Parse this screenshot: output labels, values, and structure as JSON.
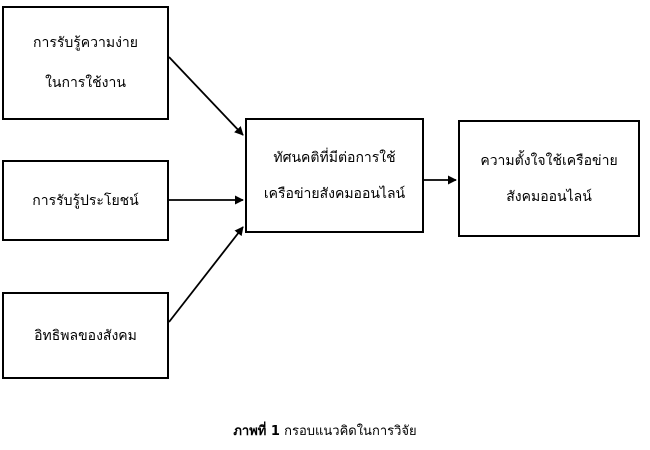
{
  "nodes": {
    "ease_of_use": [
      "การรับรู้ความง่าย",
      "ในการใช้งาน"
    ],
    "usefulness": [
      "การรับรู้ประโยชน์"
    ],
    "social_influence": [
      "อิทธิพลของสังคม"
    ],
    "attitude": [
      "ทัศนคติที่มีต่อการใช้",
      "เครือข่ายสังคมออนไลน์"
    ],
    "intention": [
      "ความตั้งใจใช้เครือข่าย",
      "สังคมออนไลน์"
    ]
  },
  "caption": {
    "label": "ภาพที่ 1",
    "text": "กรอบแนวคิดในการวิจัย"
  }
}
